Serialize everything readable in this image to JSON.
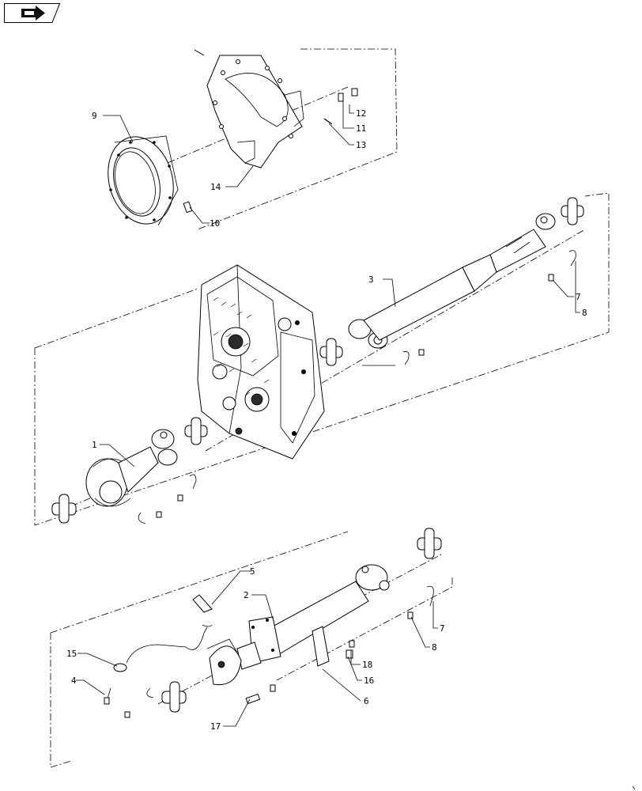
{
  "nav": {
    "icon": "back-arrow-icon"
  },
  "callouts": [
    {
      "id": "c1",
      "text": "1"
    },
    {
      "id": "c2",
      "text": "2"
    },
    {
      "id": "c3",
      "text": "3"
    },
    {
      "id": "c4",
      "text": "4"
    },
    {
      "id": "c5",
      "text": "5"
    },
    {
      "id": "c6",
      "text": "6"
    },
    {
      "id": "c7a",
      "text": "7"
    },
    {
      "id": "c7b",
      "text": "7"
    },
    {
      "id": "c8a",
      "text": "8"
    },
    {
      "id": "c8b",
      "text": "8"
    },
    {
      "id": "c9",
      "text": "9"
    },
    {
      "id": "c10",
      "text": "10"
    },
    {
      "id": "c11",
      "text": "11"
    },
    {
      "id": "c12",
      "text": "12"
    },
    {
      "id": "c13",
      "text": "13"
    },
    {
      "id": "c14",
      "text": "14"
    },
    {
      "id": "c15",
      "text": "15"
    },
    {
      "id": "c16",
      "text": "16"
    },
    {
      "id": "c17",
      "text": "17"
    },
    {
      "id": "c18",
      "text": "18"
    }
  ]
}
